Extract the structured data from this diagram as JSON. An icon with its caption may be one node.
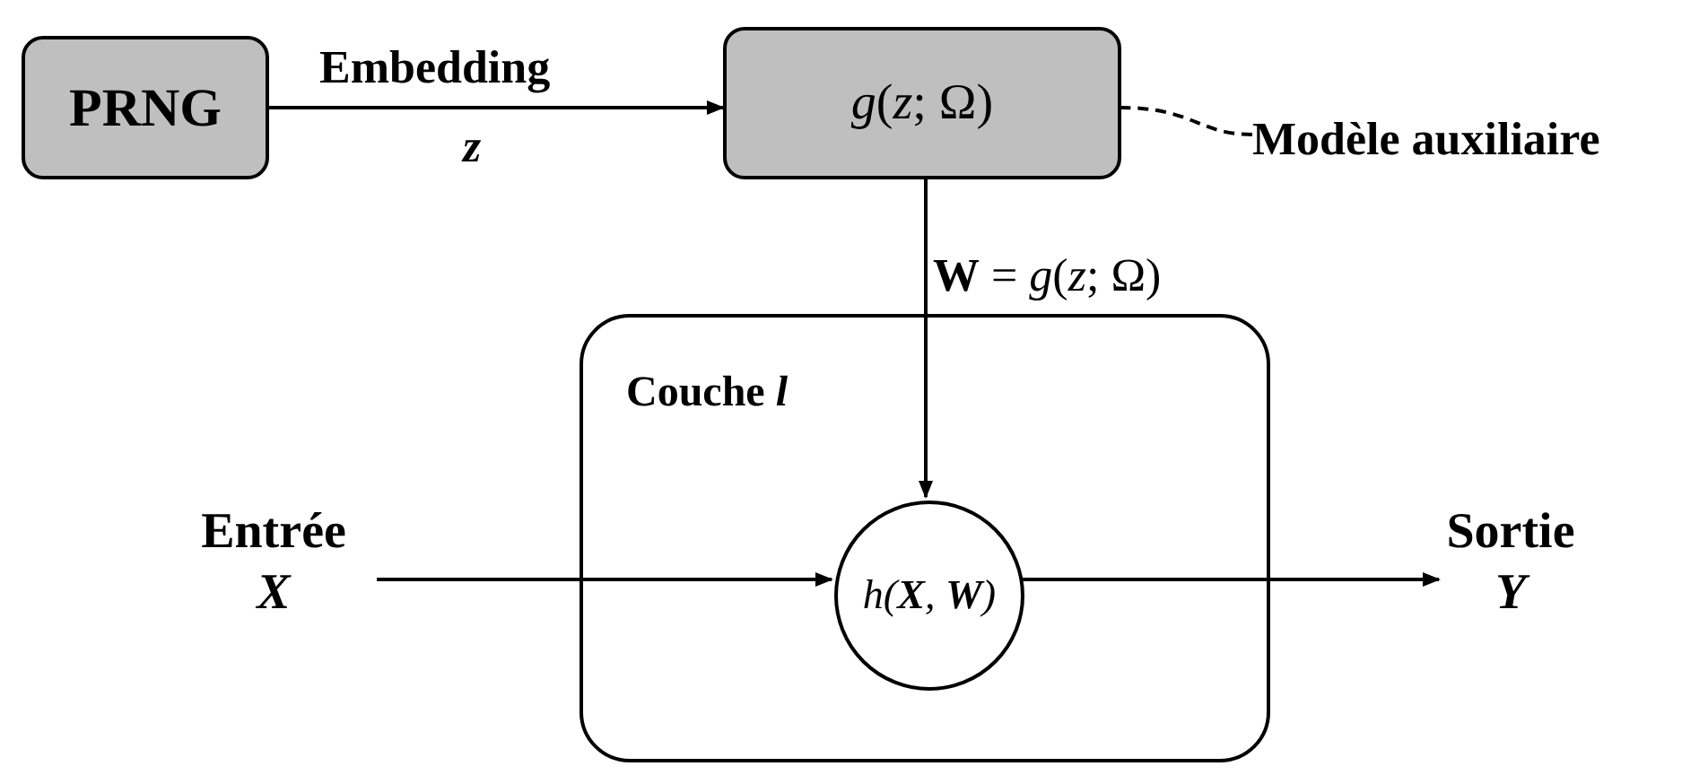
{
  "diagram": {
    "nodes": [
      {
        "text": [
          "PRNG"
        ]
      },
      {
        "text": [
          "*g*(*z*; Ω)"
        ]
      },
      {
        "text": [
          "Modèle auxiliaire"
        ]
      },
      {
        "text": [
          "Couche *l*"
        ]
      },
      {
        "text": [
          "h(**X**, **W**)"
        ],
        "in": 3
      },
      {
        "text": [
          "Entrée",
          "X"
        ]
      },
      {
        "text": [
          "Sortie",
          "Y"
        ]
      }
    ],
    "edges": [
      {
        "from": 0,
        "to": 1,
        "arrow": "to",
        "label": "Embedding"
      },
      {
        "from": 2,
        "to": 1,
        "arrow": "none",
        "style": "dashed"
      },
      {
        "from": 1,
        "to": 4,
        "arrow": "to",
        "label": "**W** = *g*(*z*; Ω)"
      },
      {
        "from": 5,
        "to": 4,
        "arrow": "to"
      },
      {
        "from": 4,
        "to": 6,
        "arrow": "to"
      }
    ],
    "labels": [
      "z"
    ]
  }
}
